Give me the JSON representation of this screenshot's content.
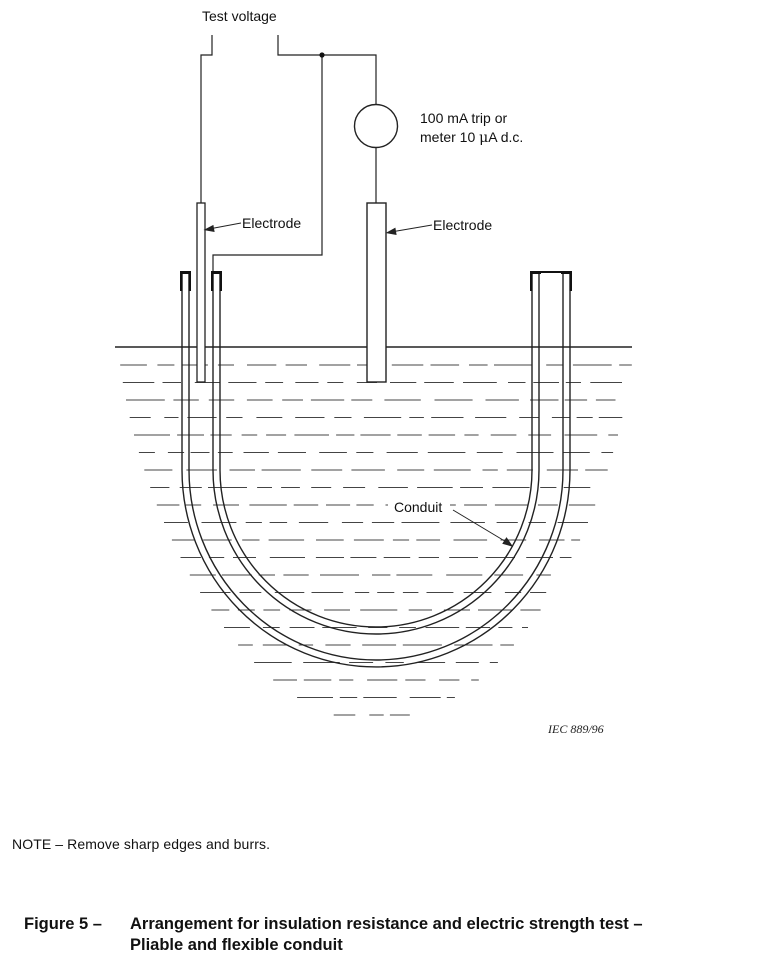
{
  "labels": {
    "test_voltage": "Test voltage",
    "meter_line1": "100 mA trip or",
    "meter_line2_prefix": "meter 10 ",
    "meter_mu": "μ",
    "meter_line2_suffix": "A d.c.",
    "electrode_left": "Electrode",
    "electrode_right": "Electrode",
    "conduit": "Conduit",
    "reference": "IEC   889/96"
  },
  "note": "NOTE – Remove sharp edges and burrs.",
  "caption": {
    "number": "Figure 5 –",
    "line1": "Arrangement for insulation resistance and electric strength test –",
    "line2": "Pliable and flexible conduit"
  }
}
